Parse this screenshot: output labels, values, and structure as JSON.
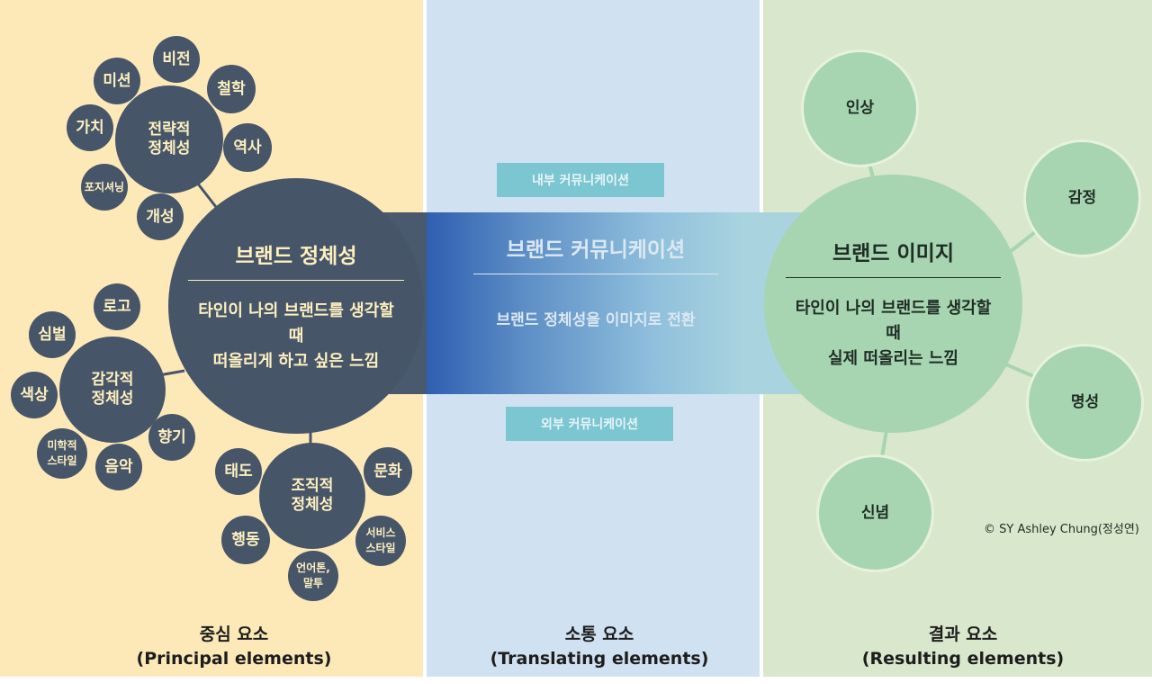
{
  "left": {
    "main": {
      "title": "브랜드 정체성",
      "description": [
        "타인이 나의 브랜드를 생각할 때",
        "떠올리게 하고 싶은 느낌"
      ]
    },
    "strategic": {
      "label": [
        "전략적",
        "정체성"
      ],
      "items": [
        "미션",
        "비전",
        "철학",
        "가치",
        "역사",
        "포지셔닝",
        "개성"
      ]
    },
    "sensory": {
      "label": [
        "감각적",
        "정체성"
      ],
      "items": [
        "로고",
        "심벌",
        "색상",
        "향기",
        "미학적 스타일",
        "음악"
      ]
    },
    "organizational": {
      "label": [
        "조직적",
        "정체성"
      ],
      "items": [
        "태도",
        "문화",
        "행동",
        "서비스 스타일",
        "언어톤, 말투"
      ]
    },
    "footer": {
      "ko": "중심 요소",
      "en": "(Principal elements)"
    }
  },
  "middle": {
    "main": {
      "title": "브랜드 커뮤니케이션",
      "description": "브랜드 정체성을 이미지로 전환"
    },
    "internal_tag": "내부 커뮤니케이션",
    "external_tag": "외부 커뮤니케이션",
    "footer": {
      "ko": "소통 요소",
      "en": "(Translating elements)"
    }
  },
  "right": {
    "main": {
      "title": "브랜드 이미지",
      "description": [
        "타인이 나의 브랜드를 생각할 때",
        "실제 떠올리는 느낌"
      ]
    },
    "items": [
      "인상",
      "감정",
      "명성",
      "신념"
    ],
    "footer": {
      "ko": "결과 요소",
      "en": "(Resulting elements)"
    }
  },
  "copyright": "© SY Ashley Chung(정성연)",
  "colors": {
    "left_bg": "#fde9b8",
    "mid_bg": "#d0e1f1",
    "right_bg": "#d9e7cc",
    "dark_circle": "#475569",
    "dark_text": "#fdf0bf",
    "green_circle": "#a7d5b2",
    "tag": "#7cc6d2"
  }
}
